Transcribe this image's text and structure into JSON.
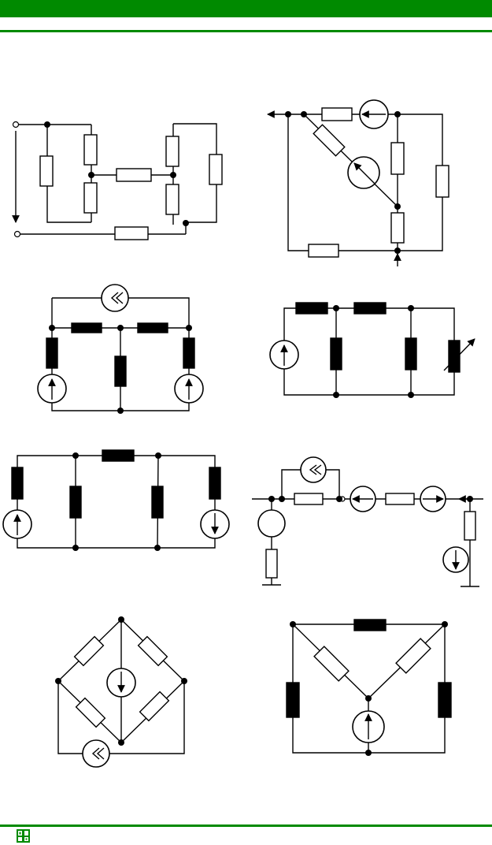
{
  "colors": {
    "brand_green": "#008a00",
    "ink": "#000000",
    "paper": "#ffffff"
  },
  "header": {
    "band": "green-title-band",
    "rule": "green-rule"
  },
  "footer": {
    "logo_icon": "book-logo-icon"
  },
  "diagrams": [
    {
      "id": "circuit-1",
      "kind": "resistor-ladder-with-terminals"
    },
    {
      "id": "circuit-2",
      "kind": "bridge-with-voltage-sources"
    },
    {
      "id": "circuit-3",
      "kind": "two-sources-current-source"
    },
    {
      "id": "circuit-4",
      "kind": "current-source-variable-resistor"
    },
    {
      "id": "circuit-5",
      "kind": "three-branch-two-sources"
    },
    {
      "id": "circuit-6",
      "kind": "series-chain-with-grounds"
    },
    {
      "id": "circuit-7",
      "kind": "diamond-bridge"
    },
    {
      "id": "circuit-8",
      "kind": "triangle-star-bridge"
    }
  ]
}
